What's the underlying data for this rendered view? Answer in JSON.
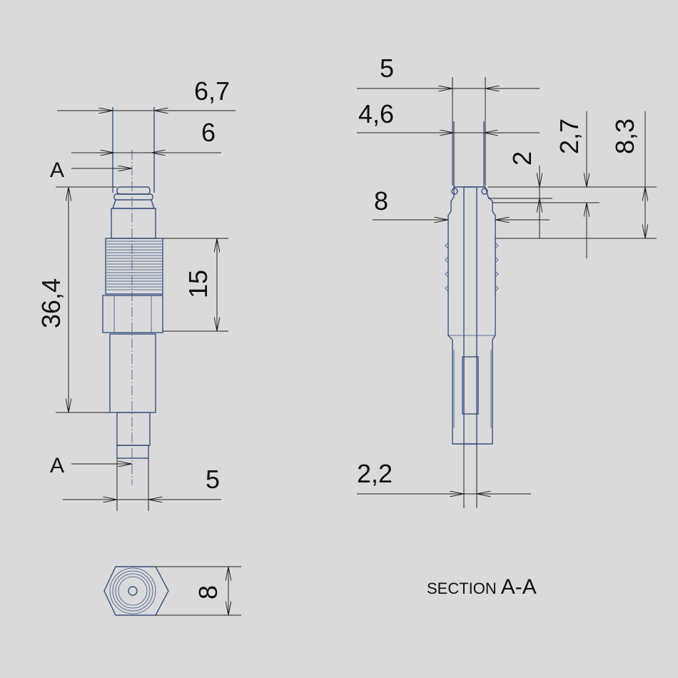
{
  "view_labels": {
    "section_prefix": "SECTION",
    "section_name": "A-A",
    "cut_mark_top": "A",
    "cut_mark_bottom": "A"
  },
  "front_view": {
    "dim_top_outer": "6,7",
    "dim_top_inner": "6",
    "dim_length": "36,4",
    "dim_thread": "15",
    "dim_bottom": "5"
  },
  "end_view": {
    "dim_hex": "8"
  },
  "section_view": {
    "dim_top_5": "5",
    "dim_top_46": "4,6",
    "dim_right_2": "2",
    "dim_right_27": "2,7",
    "dim_right_83": "8,3",
    "dim_left_8": "8",
    "dim_bottom_22": "2,2"
  },
  "colors": {
    "background": "#d9dadb",
    "part_outline": "#3a5080",
    "dimension_line": "#222222"
  }
}
